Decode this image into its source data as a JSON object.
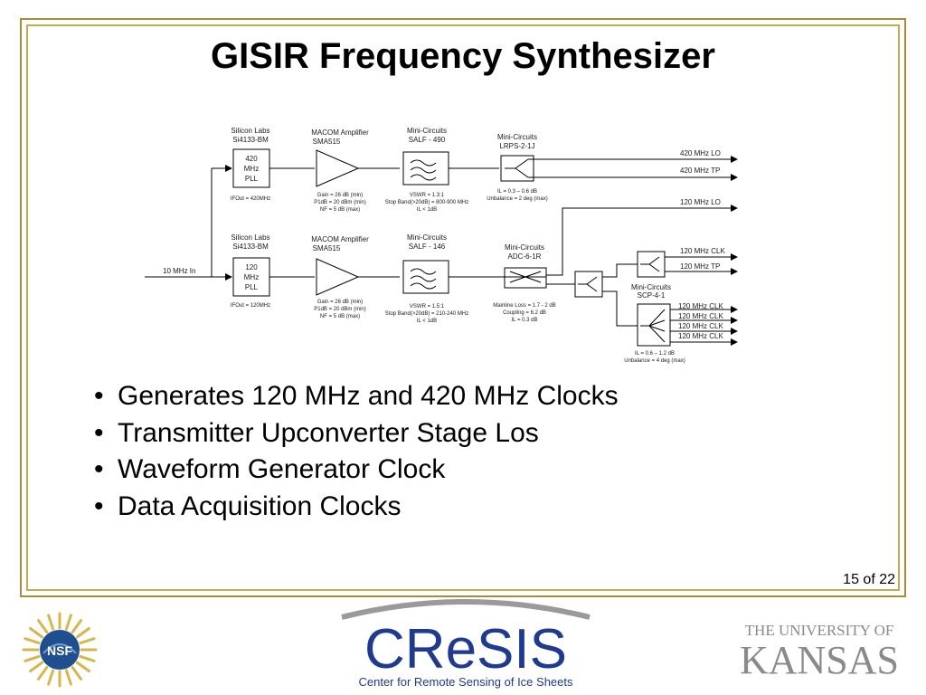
{
  "slide": {
    "title": "GISIR Frequency Synthesizer",
    "page_number": "15 of 22",
    "bullets": [
      "Generates 120 MHz and 420 MHz Clocks",
      "Transmitter Upconverter Stage Los",
      "Waveform Generator Clock",
      "Data Acquisition Clocks"
    ]
  },
  "diagram": {
    "input_label": "10 MHz In",
    "pll_top": {
      "vendor": "Silicon Labs",
      "part": "Si4133-BM",
      "line1": "420",
      "line2": "MHz",
      "line3": "PLL",
      "note": "IFOut = 420MHz"
    },
    "pll_bottom": {
      "vendor": "Silicon Labs",
      "part": "Si4133-BM",
      "line1": "120",
      "line2": "MHz",
      "line3": "PLL",
      "note": "IFOut = 120MHz"
    },
    "amp_top": {
      "vendor": "MACOM Amplifier",
      "part": "SMA515",
      "spec1": "Gain = 26 dB (min)",
      "spec2": "P1dB = 20 dBm (min)",
      "spec3": "NF = 5 dB (max)"
    },
    "amp_bottom": {
      "vendor": "MACOM Amplifier",
      "part": "SMA515",
      "spec1": "Gain = 26 dB (min)",
      "spec2": "P1dB = 20 dBm (min)",
      "spec3": "NF = 5 dB (max)"
    },
    "filter_top": {
      "vendor": "Mini-Circuits",
      "part": "SALF - 490",
      "spec1": "VSWR = 1.3:1",
      "spec2": "Stop Band(>20dB) = 800-900 MHz",
      "spec3": "IL  < 1dB"
    },
    "filter_bottom": {
      "vendor": "Mini-Circuits",
      "part": "SALF - 146",
      "spec1": "VSWR = 1.5:1",
      "spec2": "Stop Band(>20dB) = 210-240 MHz",
      "spec3": "IL  < 1dB"
    },
    "splitter_top": {
      "vendor": "Mini-Circuits",
      "part": "LRPS-2-1J",
      "spec1": "IL = 0.3 – 0.6 dB",
      "spec2": "Unbalance  = 2 deg (max)"
    },
    "coupler": {
      "vendor": "Mini-Circuits",
      "part": "ADC-6-1R",
      "spec1": "Mainline Loss = 1.7 - 2 dB",
      "spec2": "Coupling = 6.2 dB",
      "spec3": "IL = 0.3 dB"
    },
    "splitter4": {
      "vendor": "Mini-Circuits",
      "part": "SCP-4-1",
      "spec1": "IL = 0.6 – 1.2 dB",
      "spec2": "Unbalance = 4 deg (max)"
    },
    "outputs": {
      "lo420": "420 MHz LO",
      "tp420": "420 MHz TP",
      "lo120": "120 MHz LO",
      "clk120a": "120 MHz CLK",
      "tp120": "120 MHz TP",
      "clk1": "120 MHz CLK",
      "clk2": "120 MHz CLK",
      "clk3": "120 MHz CLK",
      "clk4": "120 MHz CLK"
    }
  },
  "footer": {
    "nsf_text": "NSF",
    "cresis_text": "CReSIS",
    "cresis_subtitle": "Center for Remote Sensing of Ice Sheets",
    "ku_line1": "THE UNIVERSITY OF",
    "ku_line2": "KANSAS"
  },
  "colors": {
    "frame": "#c9a94f",
    "cresis_blue": "#1f3a93",
    "ku_gray": "#8a8a8a"
  }
}
